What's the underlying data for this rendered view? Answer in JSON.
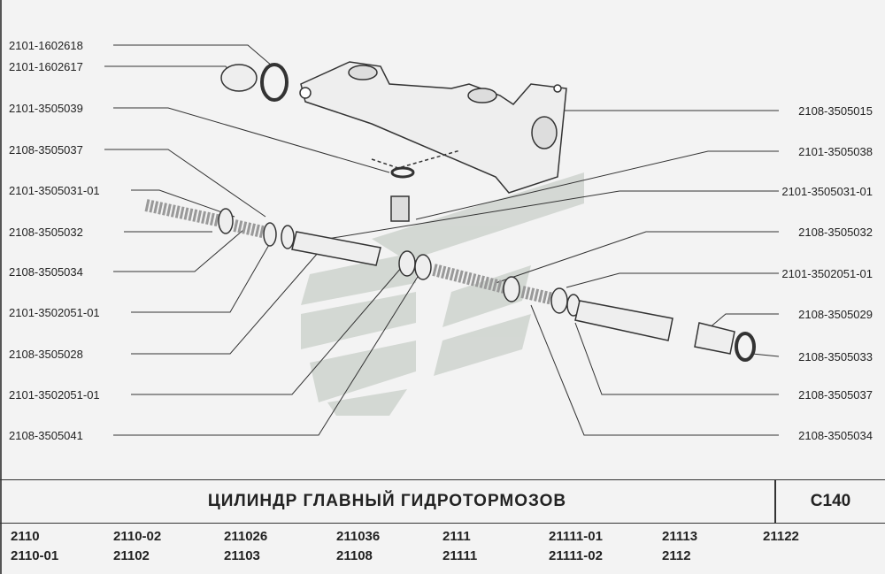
{
  "labels_left": [
    "2101-1602618",
    "2101-1602617",
    "2101-3505039",
    "2108-3505037",
    "2101-3505031-01",
    "2108-3505032",
    "2108-3505034",
    "2101-3502051-01",
    "2108-3505028",
    "2101-3502051-01",
    "2108-3505041"
  ],
  "labels_right": [
    "2108-3505015",
    "2101-3505038",
    "2101-3505031-01",
    "2108-3505032",
    "2101-3502051-01",
    "2108-3505029",
    "2108-3505033",
    "2108-3505037",
    "2108-3505034"
  ],
  "title": "ЦИЛИНДР  ГЛАВНЫЙ  ГИДРОТОРМОЗОВ",
  "page_code": "С140",
  "models": [
    [
      "2110",
      "2110-01"
    ],
    [
      "2110-02",
      "21102"
    ],
    [
      "211026",
      "21103"
    ],
    [
      "211036",
      "21108"
    ],
    [
      "2111",
      "21111"
    ],
    [
      "21111-01",
      "21111-02"
    ],
    [
      "21113",
      "2112"
    ],
    [
      "21122",
      ""
    ]
  ]
}
